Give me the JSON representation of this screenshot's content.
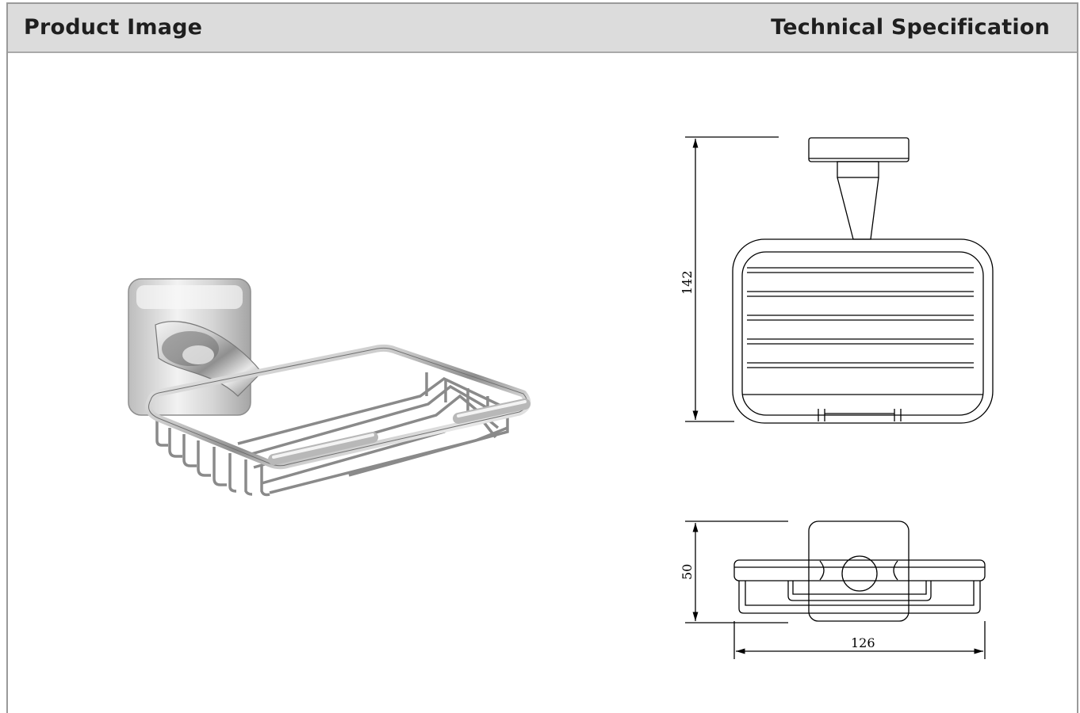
{
  "header": {
    "left_title": "Product Image",
    "right_title": "Technical Specification"
  },
  "drawing": {
    "front_view": {
      "height_label": "142"
    },
    "top_view": {
      "depth_label": "50",
      "width_label": "126"
    }
  },
  "colors": {
    "header_bg": "#dcdcdc",
    "border": "#9a9a9a",
    "line": "#000000"
  }
}
